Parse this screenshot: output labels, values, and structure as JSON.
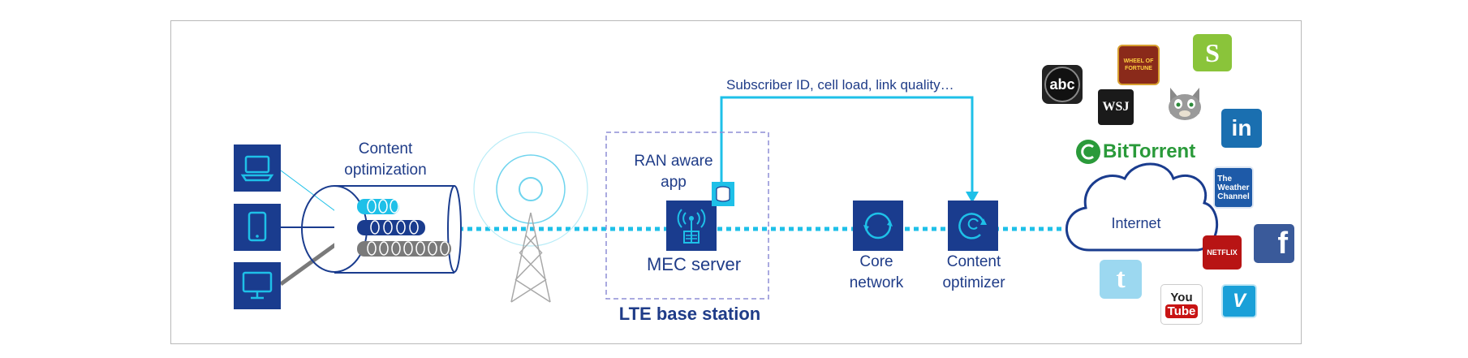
{
  "labels": {
    "content_optimization": "Content\noptimization",
    "ran_aware_app": "RAN aware\napp",
    "mec_server": "MEC server",
    "lte_base_station": "LTE base station",
    "core_network": "Core\nnetwork",
    "content_optimizer": "Content\noptimizer",
    "subscriber_info": "Subscriber ID, cell load, link quality…",
    "internet": "Internet"
  },
  "devices": [
    "laptop-icon",
    "tablet-icon",
    "monitor-icon"
  ],
  "logos": {
    "abc": "abc",
    "wsj": "WSJ",
    "wheel": "WHEEL OF FORTUNE",
    "s": "S",
    "cat": "Talking Tom",
    "linkedin": "in",
    "bittorrent": "BitTorrent",
    "weather": "The Weather Channel",
    "netflix": "NETFLIX",
    "facebook": "f",
    "twitter": "t",
    "youtube_you": "You",
    "youtube_tube": "Tube",
    "vimeo": "V"
  },
  "colors": {
    "navy": "#1a3c8e",
    "cyan": "#1ec0e8",
    "frame": "#b9b9b9",
    "dashed_box": "#8e8ed6",
    "pipe_gray": "#7a7a7a"
  }
}
